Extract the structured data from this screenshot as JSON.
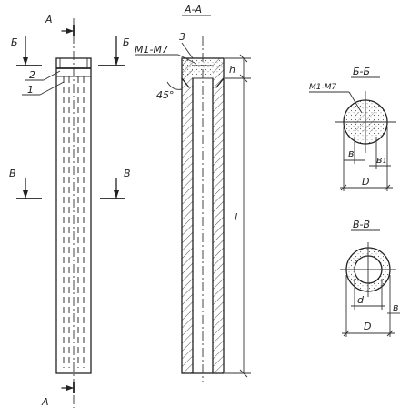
{
  "section_marks": {
    "a_top": "А",
    "a_bottom": "А",
    "b_left": "Б",
    "b_right": "Б",
    "v_left": "В",
    "v_right": "В"
  },
  "callouts": {
    "n1": "1",
    "n2": "2",
    "n3": "3"
  },
  "section_aa": {
    "title": "А-А",
    "mark_label": "М1-М7",
    "angle": "45°",
    "dim_h": "h",
    "dim_l": "l"
  },
  "section_bb": {
    "title": "Б-Б",
    "mark_label": "М1-М7",
    "dim_b": "в",
    "dim_b1": "в₁",
    "dim_d": "D"
  },
  "section_vv": {
    "title": "В-В",
    "dim_d_inner": "d",
    "dim_b": "в",
    "dim_d": "D"
  }
}
